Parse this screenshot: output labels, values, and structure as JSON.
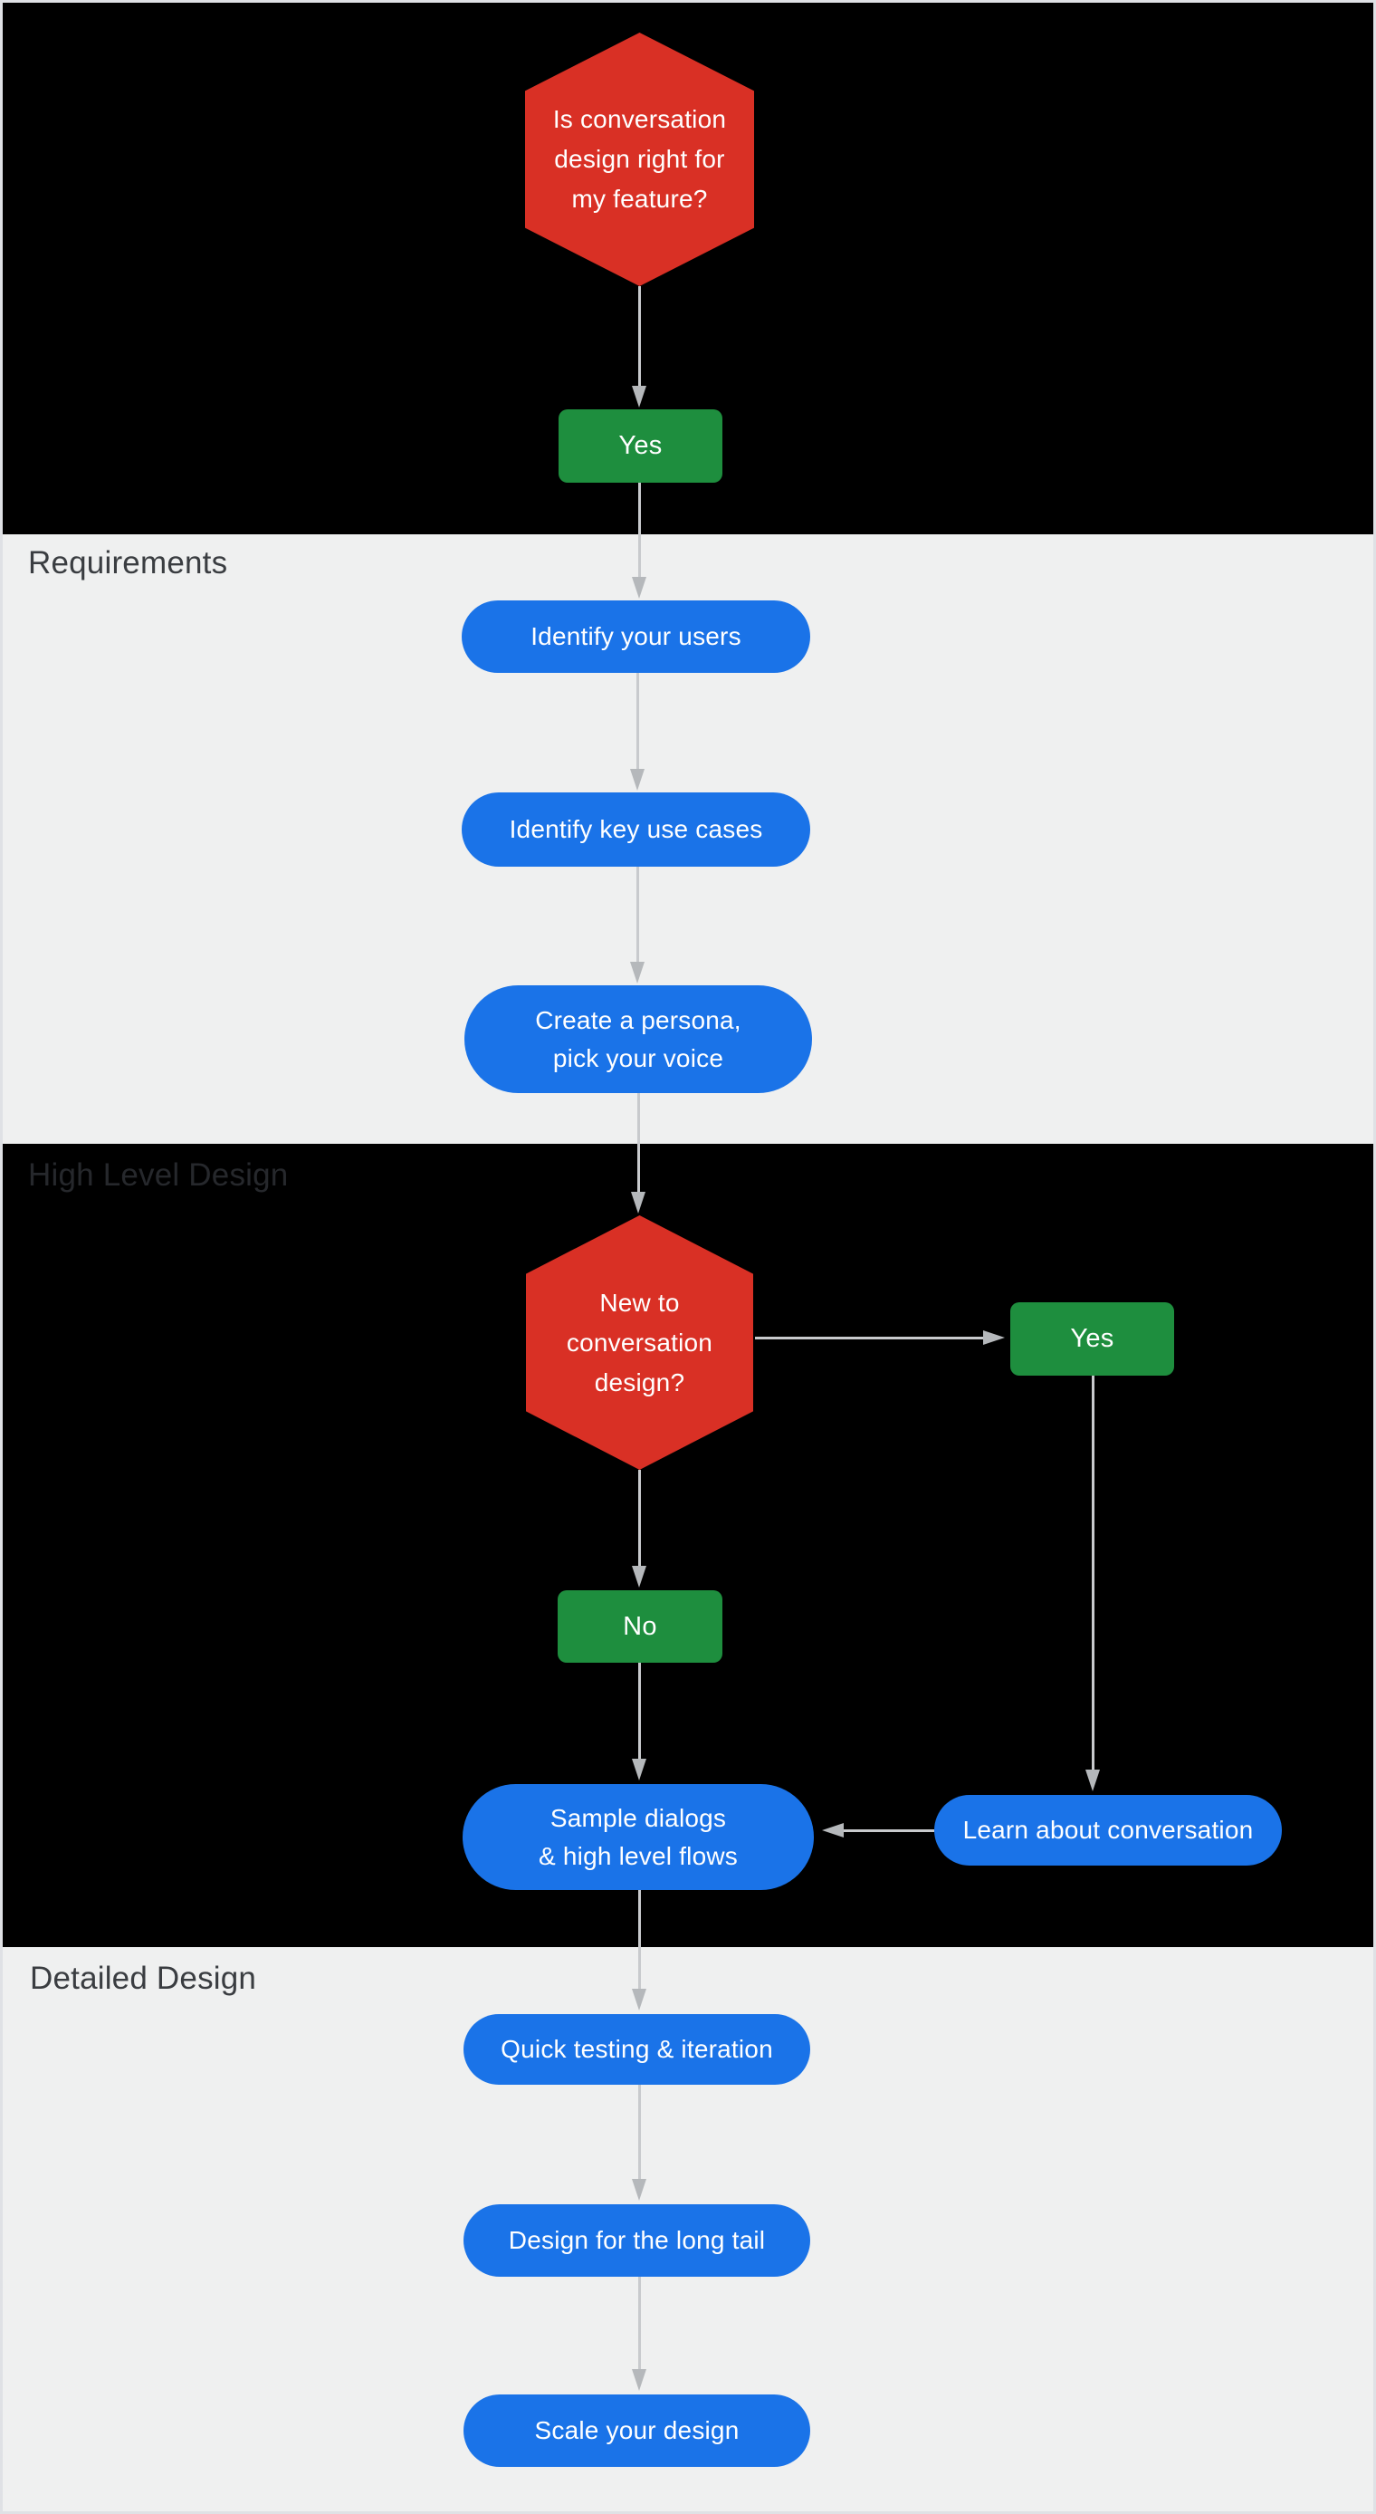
{
  "colors": {
    "red": "#D93025",
    "green": "#1E8E3E",
    "blue": "#1A73E8",
    "section_dark": "#000000",
    "section_light": "#EFF0F0",
    "label_dark": "#3A3D41",
    "label_on_dark": "#26282C",
    "arrow_line": "#C8CACD",
    "arrow_head": "#B5B8BB",
    "node_text": "#FFFFFF",
    "frame_border": "#DFE1E5"
  },
  "section_labels": {
    "requirements": "Requirements",
    "high_level_design": "High Level Design",
    "detailed_design": "Detailed Design"
  },
  "nodes": {
    "q_feature": {
      "lines": [
        "Is conversation",
        "design right for",
        "my feature?"
      ]
    },
    "yes_start": "Yes",
    "identify_users": "Identify your users",
    "identify_use_cases": "Identify key use cases",
    "create_persona": {
      "lines": [
        "Create a persona,",
        "pick your voice"
      ]
    },
    "q_new_to_cd": {
      "lines": [
        "New to",
        "conversation",
        "design?"
      ]
    },
    "yes_new": "Yes",
    "no_new": "No",
    "sample_dialogs": {
      "lines": [
        "Sample dialogs",
        "& high level flows"
      ]
    },
    "learn_conversation": "Learn about conversation",
    "quick_testing": "Quick testing & iteration",
    "design_long_tail": "Design for the long tail",
    "scale_design": "Scale your design"
  }
}
